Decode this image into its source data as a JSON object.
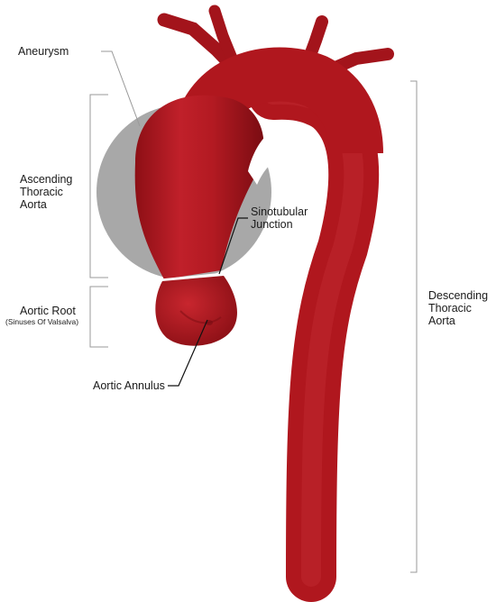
{
  "labels": {
    "aneurysm": "Aneurysm",
    "ascending": [
      "Ascending",
      "Thoracic",
      "Aorta"
    ],
    "sinotubular": [
      "Sinotubular",
      "Junction"
    ],
    "aortic_root": "Aortic Root",
    "aortic_root_sub": "(Sinuses Of Valsalva)",
    "aortic_annulus": "Aortic Annulus",
    "descending": [
      "Descending",
      "Thoracic",
      "Aorta"
    ]
  },
  "colors": {
    "aorta": "#b0171e",
    "aorta_dark": "#7a0c12",
    "aorta_light": "#d33a3e",
    "aneurysm_fill": "#a8a8a8",
    "bracket": "#9a9a9a",
    "leader": "#111111",
    "junction_band": "#ffffff"
  }
}
